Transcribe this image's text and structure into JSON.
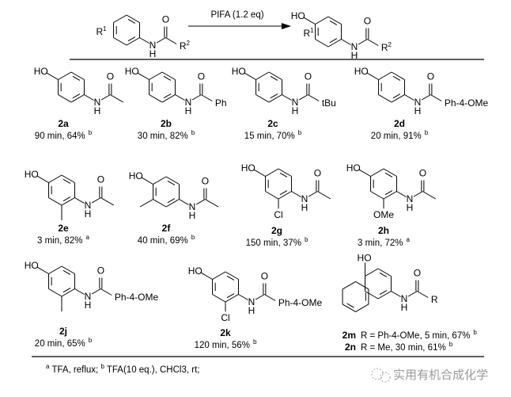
{
  "scheme": {
    "reagent": "PIFA (1.2 eq)",
    "reactant": {
      "r1": "R",
      "r1_sup": "1",
      "n": "N",
      "h": "H",
      "o": "O",
      "r2": "R",
      "r2_sup": "2"
    },
    "product": {
      "oh": "HO",
      "r1": "R",
      "r1_sup": "1",
      "n": "N",
      "h": "H",
      "o": "O",
      "r2": "R",
      "r2_sup": "2"
    },
    "oh_color": "#1a1aff"
  },
  "compounds": [
    {
      "label": "2a",
      "oh": "HO",
      "r": "",
      "sub": "",
      "conditions": "90 min, 64%",
      "note": "b"
    },
    {
      "label": "2b",
      "oh": "HO",
      "r": "Ph",
      "sub": "",
      "conditions": "30 min, 82%",
      "note": "b"
    },
    {
      "label": "2c",
      "oh": "HO",
      "r": "tBu",
      "sub": "",
      "conditions": "15 min, 70%",
      "note": "b"
    },
    {
      "label": "2d",
      "oh": "HO",
      "r": "Ph-4-OMe",
      "sub": "",
      "conditions": "20 min, 91%",
      "note": "b"
    },
    {
      "label": "2e",
      "oh": "HO",
      "r": "",
      "sub": "",
      "conditions": "3 min, 82%",
      "note": "a"
    },
    {
      "label": "2f",
      "oh": "HO",
      "r": "",
      "sub": "",
      "conditions": "40 min, 69%",
      "note": "b"
    },
    {
      "label": "2g",
      "oh": "HO",
      "r": "",
      "sub": "Cl",
      "conditions": "150 min, 37%",
      "note": "b"
    },
    {
      "label": "2h",
      "oh": "HO",
      "r": "",
      "sub": "OMe",
      "conditions": "3 min, 72%",
      "note": "a"
    },
    {
      "label": "2j",
      "oh": "HO",
      "r": "Ph-4-OMe",
      "sub": "",
      "conditions": "20 min, 65%",
      "note": "b"
    },
    {
      "label": "2k",
      "oh": "HO",
      "r": "Ph-4-OMe",
      "sub": "Cl",
      "conditions": "120 min, 56%",
      "note": "b"
    }
  ],
  "naphthol": {
    "oh": "HO",
    "r": "R",
    "entries": [
      {
        "label": "2m",
        "conditions": "R = Ph-4-OMe, 5 min, 67%",
        "note": "b"
      },
      {
        "label": "2n",
        "conditions": "R = Me, 30 min, 61%",
        "note": "b"
      }
    ]
  },
  "atoms": {
    "n": "N",
    "h": "H",
    "o": "O"
  },
  "footnote": {
    "a": "a",
    "a_text": " TFA, reflux; ",
    "b": "b",
    "b_text": " TFA(10 eq.), CHCl3, rt;"
  },
  "watermark": "实用有机合成化学"
}
